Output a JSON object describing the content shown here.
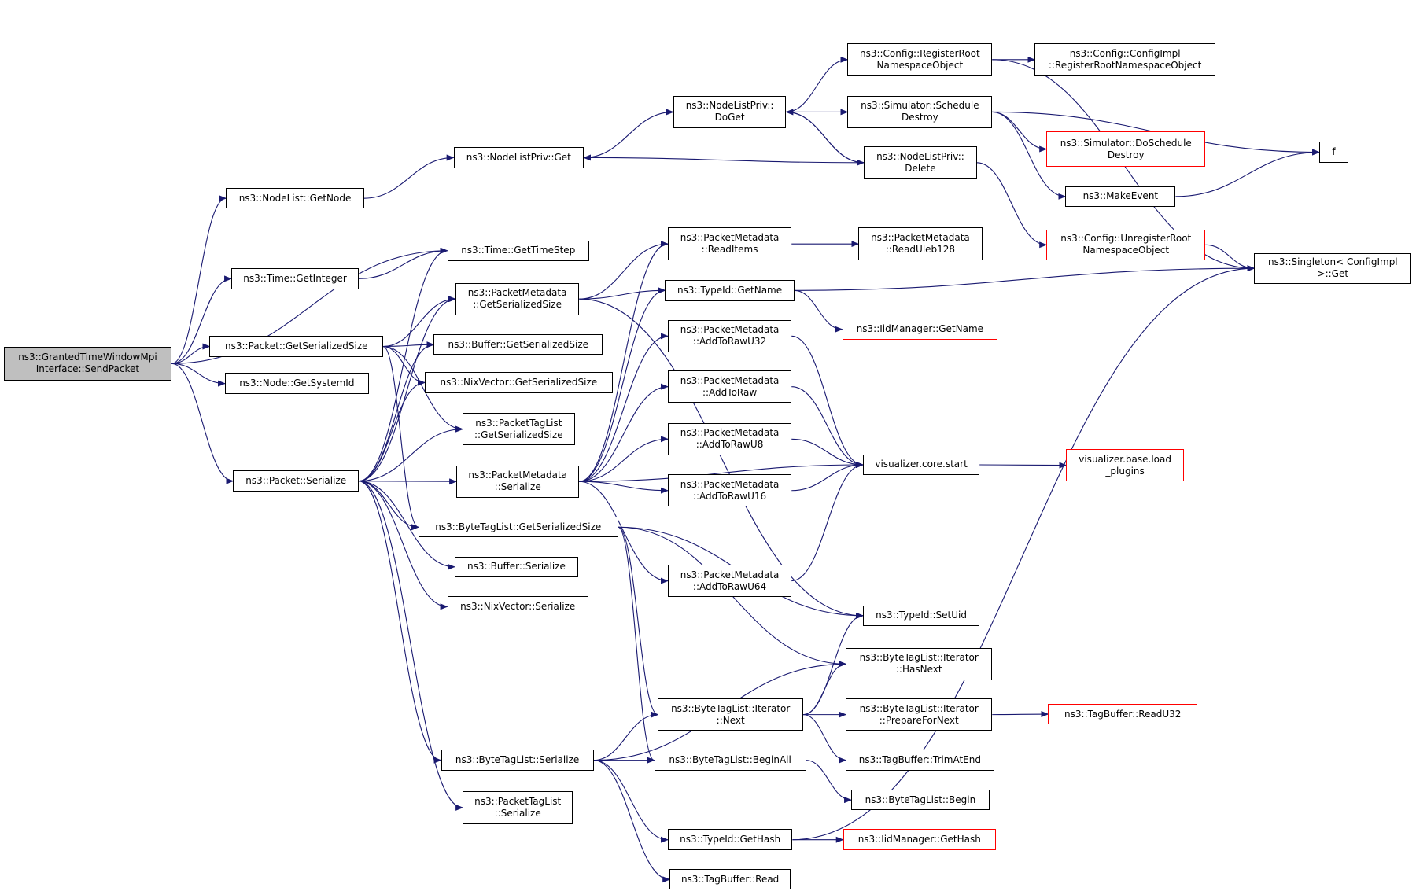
{
  "colors": {
    "edge": "#191970",
    "border_default": "#000000",
    "border_truncated": "#ff0000",
    "root_fill": "#bfbfbf"
  },
  "nodes": [
    {
      "id": "root",
      "lines": [
        "ns3::GrantedTimeWindowMpi",
        "Interface::SendPacket"
      ],
      "kind": "root"
    },
    {
      "id": "nodelist_getnode",
      "lines": [
        "ns3::NodeList::GetNode"
      ]
    },
    {
      "id": "time_getinteger",
      "lines": [
        "ns3::Time::GetInteger"
      ]
    },
    {
      "id": "packet_getserializedsize",
      "lines": [
        "ns3::Packet::GetSerializedSize"
      ]
    },
    {
      "id": "node_getsystemid",
      "lines": [
        "ns3::Node::GetSystemId"
      ]
    },
    {
      "id": "packet_serialize",
      "lines": [
        "ns3::Packet::Serialize"
      ]
    },
    {
      "id": "nodelistpriv_get",
      "lines": [
        "ns3::NodeListPriv::Get"
      ]
    },
    {
      "id": "time_gettimestep",
      "lines": [
        "ns3::Time::GetTimeStep"
      ]
    },
    {
      "id": "pm_getserializedsize",
      "lines": [
        "ns3::PacketMetadata",
        "::GetSerializedSize"
      ]
    },
    {
      "id": "buffer_getserializedsize",
      "lines": [
        "ns3::Buffer::GetSerializedSize"
      ]
    },
    {
      "id": "nixvector_getserializedsize",
      "lines": [
        "ns3::NixVector::GetSerializedSize"
      ]
    },
    {
      "id": "ptl_getserializedsize",
      "lines": [
        "ns3::PacketTagList",
        "::GetSerializedSize"
      ]
    },
    {
      "id": "pm_serialize",
      "lines": [
        "ns3::PacketMetadata",
        "::Serialize"
      ]
    },
    {
      "id": "btl_getserializedsize",
      "lines": [
        "ns3::ByteTagList::GetSerializedSize"
      ]
    },
    {
      "id": "buffer_serialize",
      "lines": [
        "ns3::Buffer::Serialize"
      ]
    },
    {
      "id": "nixvector_serialize",
      "lines": [
        "ns3::NixVector::Serialize"
      ]
    },
    {
      "id": "btl_serialize",
      "lines": [
        "ns3::ByteTagList::Serialize"
      ]
    },
    {
      "id": "ptl_serialize",
      "lines": [
        "ns3::PacketTagList",
        "::Serialize"
      ]
    },
    {
      "id": "nodelistpriv_doget",
      "lines": [
        "ns3::NodeListPriv::",
        "DoGet"
      ]
    },
    {
      "id": "pm_readitems",
      "lines": [
        "ns3::PacketMetadata",
        "::ReadItems"
      ]
    },
    {
      "id": "typeid_getname",
      "lines": [
        "ns3::TypeId::GetName"
      ]
    },
    {
      "id": "pm_addtorawu32",
      "lines": [
        "ns3::PacketMetadata",
        "::AddToRawU32"
      ]
    },
    {
      "id": "pm_addtoraw",
      "lines": [
        "ns3::PacketMetadata",
        "::AddToRaw"
      ]
    },
    {
      "id": "pm_addtorawu8",
      "lines": [
        "ns3::PacketMetadata",
        "::AddToRawU8"
      ]
    },
    {
      "id": "pm_addtorawu16",
      "lines": [
        "ns3::PacketMetadata",
        "::AddToRawU16"
      ]
    },
    {
      "id": "pm_addtorawu64",
      "lines": [
        "ns3::PacketMetadata",
        "::AddToRawU64"
      ]
    },
    {
      "id": "btl_iter_next",
      "lines": [
        "ns3::ByteTagList::Iterator",
        "::Next"
      ]
    },
    {
      "id": "btl_beginall",
      "lines": [
        "ns3::ByteTagList::BeginAll"
      ]
    },
    {
      "id": "typeid_gethash",
      "lines": [
        "ns3::TypeId::GetHash"
      ]
    },
    {
      "id": "tagbuffer_read",
      "lines": [
        "ns3::TagBuffer::Read"
      ]
    },
    {
      "id": "config_registerroot",
      "lines": [
        "ns3::Config::RegisterRoot",
        "NamespaceObject"
      ]
    },
    {
      "id": "simulator_scheduledestroy",
      "lines": [
        "ns3::Simulator::Schedule",
        "Destroy"
      ]
    },
    {
      "id": "nodelistpriv_delete",
      "lines": [
        "ns3::NodeListPriv::",
        "Delete"
      ]
    },
    {
      "id": "pm_readuleb128",
      "lines": [
        "ns3::PacketMetadata",
        "::ReadUleb128"
      ]
    },
    {
      "id": "iidmanager_getname",
      "lines": [
        "ns3::IidManager::GetName"
      ],
      "kind": "red"
    },
    {
      "id": "visualizer_core_start",
      "lines": [
        "visualizer.core.start"
      ]
    },
    {
      "id": "typeid_setuid",
      "lines": [
        "ns3::TypeId::SetUid"
      ]
    },
    {
      "id": "btl_iter_hasnext",
      "lines": [
        "ns3::ByteTagList::Iterator",
        "::HasNext"
      ]
    },
    {
      "id": "btl_iter_preparefornext",
      "lines": [
        "ns3::ByteTagList::Iterator",
        "::PrepareForNext"
      ]
    },
    {
      "id": "tagbuffer_trimatend",
      "lines": [
        "ns3::TagBuffer::TrimAtEnd"
      ]
    },
    {
      "id": "btl_begin",
      "lines": [
        "ns3::ByteTagList::Begin"
      ]
    },
    {
      "id": "iidmanager_gethash",
      "lines": [
        "ns3::IidManager::GetHash"
      ],
      "kind": "red"
    },
    {
      "id": "config_configimpl_register",
      "lines": [
        "ns3::Config::ConfigImpl",
        "::RegisterRootNamespaceObject"
      ]
    },
    {
      "id": "simulator_doscheduledestroy",
      "lines": [
        "ns3::Simulator::DoSchedule",
        "Destroy"
      ],
      "kind": "red"
    },
    {
      "id": "makeevent",
      "lines": [
        "ns3::MakeEvent"
      ]
    },
    {
      "id": "config_unregisterroot",
      "lines": [
        "ns3::Config::UnregisterRoot",
        "NamespaceObject"
      ],
      "kind": "red"
    },
    {
      "id": "visualizer_base_loadplugins",
      "lines": [
        "visualizer.base.load",
        "_plugins"
      ],
      "kind": "red"
    },
    {
      "id": "tagbuffer_readu32",
      "lines": [
        "ns3::TagBuffer::ReadU32"
      ],
      "kind": "red"
    },
    {
      "id": "f",
      "lines": [
        "f"
      ]
    },
    {
      "id": "singleton_get",
      "lines": [
        "ns3::Singleton< ConfigImpl",
        ">::Get"
      ]
    }
  ],
  "edges": [
    [
      "root",
      "nodelist_getnode"
    ],
    [
      "root",
      "time_getinteger"
    ],
    [
      "root",
      "packet_getserializedsize"
    ],
    [
      "root",
      "node_getsystemid"
    ],
    [
      "root",
      "packet_serialize"
    ],
    [
      "root",
      "time_gettimestep"
    ],
    [
      "nodelist_getnode",
      "nodelistpriv_get"
    ],
    [
      "time_getinteger",
      "time_gettimestep"
    ],
    [
      "packet_getserializedsize",
      "pm_getserializedsize"
    ],
    [
      "packet_getserializedsize",
      "buffer_getserializedsize"
    ],
    [
      "packet_getserializedsize",
      "nixvector_getserializedsize"
    ],
    [
      "packet_getserializedsize",
      "ptl_getserializedsize"
    ],
    [
      "packet_getserializedsize",
      "btl_getserializedsize"
    ],
    [
      "packet_serialize",
      "time_gettimestep"
    ],
    [
      "packet_serialize",
      "pm_getserializedsize"
    ],
    [
      "packet_serialize",
      "buffer_getserializedsize"
    ],
    [
      "packet_serialize",
      "nixvector_getserializedsize"
    ],
    [
      "packet_serialize",
      "ptl_getserializedsize"
    ],
    [
      "packet_serialize",
      "pm_serialize"
    ],
    [
      "packet_serialize",
      "btl_getserializedsize"
    ],
    [
      "packet_serialize",
      "buffer_serialize"
    ],
    [
      "packet_serialize",
      "nixvector_serialize"
    ],
    [
      "packet_serialize",
      "btl_serialize"
    ],
    [
      "packet_serialize",
      "ptl_serialize"
    ],
    [
      "nodelistpriv_get",
      "nodelistpriv_doget"
    ],
    [
      "nodelistpriv_doget",
      "config_registerroot"
    ],
    [
      "nodelistpriv_doget",
      "simulator_scheduledestroy"
    ],
    [
      "nodelistpriv_doget",
      "nodelistpriv_delete"
    ],
    [
      "nodelistpriv_delete",
      "nodelistpriv_doget"
    ],
    [
      "nodelistpriv_delete",
      "nodelistpriv_get"
    ],
    [
      "nodelistpriv_delete",
      "config_unregisterroot"
    ],
    [
      "config_registerroot",
      "config_configimpl_register"
    ],
    [
      "config_registerroot",
      "singleton_get"
    ],
    [
      "simulator_scheduledestroy",
      "f"
    ],
    [
      "simulator_scheduledestroy",
      "simulator_doscheduledestroy"
    ],
    [
      "simulator_scheduledestroy",
      "makeevent"
    ],
    [
      "makeevent",
      "f"
    ],
    [
      "config_unregisterroot",
      "singleton_get"
    ],
    [
      "pm_getserializedsize",
      "pm_readitems"
    ],
    [
      "pm_getserializedsize",
      "typeid_getname"
    ],
    [
      "pm_getserializedsize",
      "typeid_setuid"
    ],
    [
      "pm_readitems",
      "pm_readuleb128"
    ],
    [
      "typeid_getname",
      "singleton_get"
    ],
    [
      "typeid_getname",
      "iidmanager_getname"
    ],
    [
      "pm_serialize",
      "pm_readitems"
    ],
    [
      "pm_serialize",
      "typeid_getname"
    ],
    [
      "pm_serialize",
      "pm_addtorawu32"
    ],
    [
      "pm_serialize",
      "pm_addtoraw"
    ],
    [
      "pm_serialize",
      "pm_addtorawu8"
    ],
    [
      "pm_serialize",
      "pm_addtorawu16"
    ],
    [
      "pm_serialize",
      "pm_addtorawu64"
    ],
    [
      "pm_serialize",
      "visualizer_core_start"
    ],
    [
      "pm_addtorawu32",
      "visualizer_core_start"
    ],
    [
      "pm_addtoraw",
      "visualizer_core_start"
    ],
    [
      "pm_addtorawu8",
      "visualizer_core_start"
    ],
    [
      "pm_addtorawu16",
      "visualizer_core_start"
    ],
    [
      "pm_addtorawu64",
      "visualizer_core_start"
    ],
    [
      "visualizer_core_start",
      "visualizer_base_loadplugins"
    ],
    [
      "btl_getserializedsize",
      "typeid_setuid"
    ],
    [
      "btl_getserializedsize",
      "btl_iter_hasnext"
    ],
    [
      "btl_getserializedsize",
      "btl_iter_next"
    ],
    [
      "btl_getserializedsize",
      "btl_beginall"
    ],
    [
      "btl_serialize",
      "btl_iter_next"
    ],
    [
      "btl_serialize",
      "btl_beginall"
    ],
    [
      "btl_serialize",
      "btl_iter_hasnext"
    ],
    [
      "btl_serialize",
      "typeid_gethash"
    ],
    [
      "btl_serialize",
      "tagbuffer_read"
    ],
    [
      "btl_iter_next",
      "typeid_setuid"
    ],
    [
      "btl_iter_next",
      "btl_iter_hasnext"
    ],
    [
      "btl_iter_next",
      "btl_iter_preparefornext"
    ],
    [
      "btl_iter_next",
      "tagbuffer_trimatend"
    ],
    [
      "btl_iter_preparefornext",
      "tagbuffer_readu32"
    ],
    [
      "btl_beginall",
      "btl_begin"
    ],
    [
      "typeid_gethash",
      "iidmanager_gethash"
    ],
    [
      "typeid_gethash",
      "singleton_get"
    ]
  ]
}
